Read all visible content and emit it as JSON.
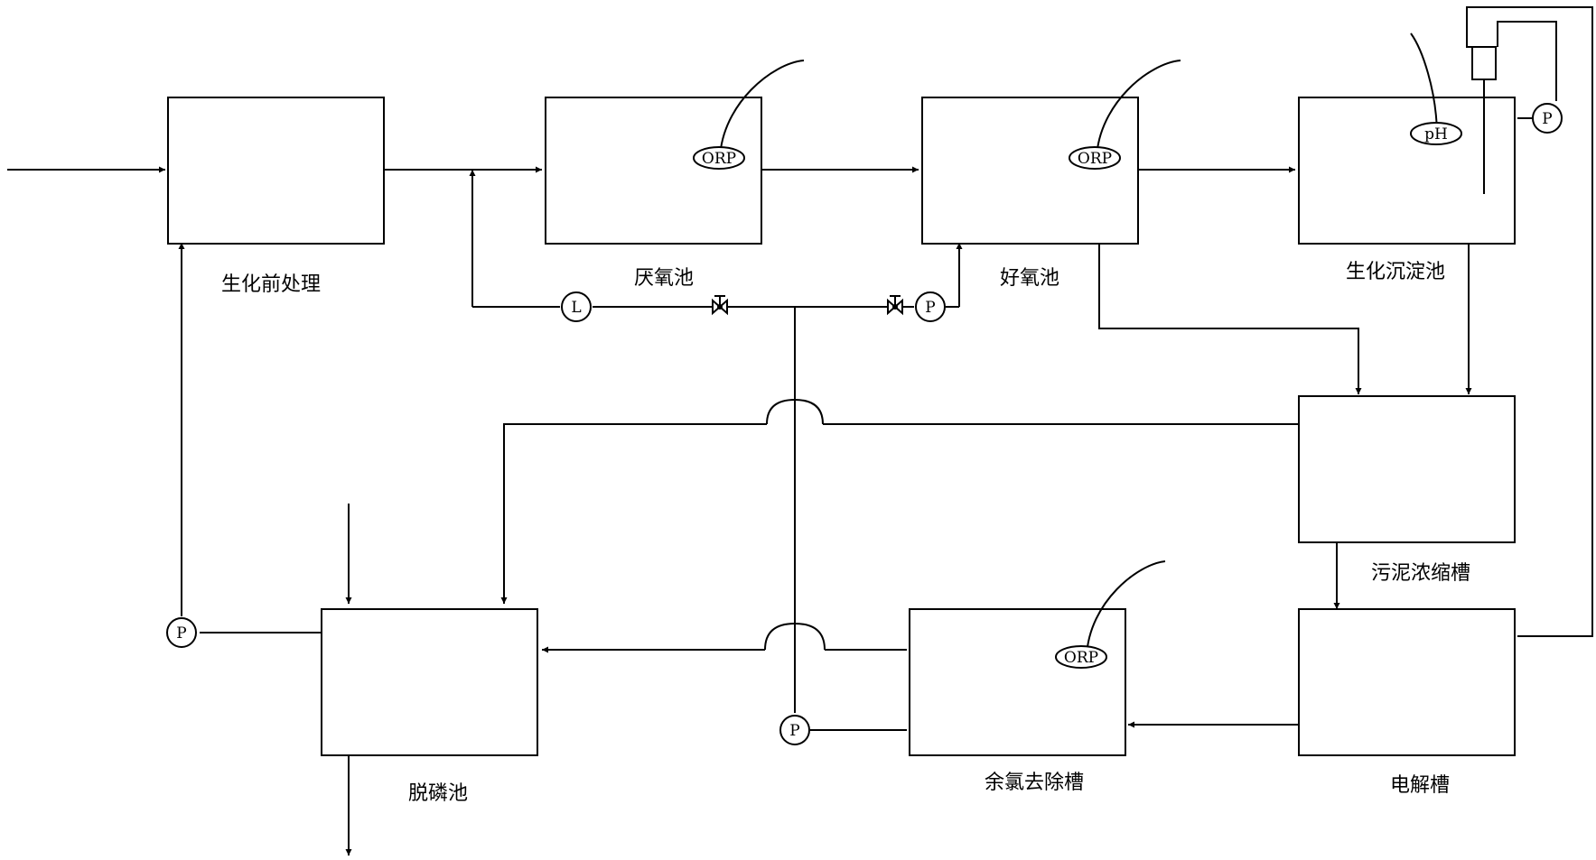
{
  "tanks": {
    "pretreatment": "生化前处理",
    "anaerobic": "厌氧池",
    "aerobic": "好氧池",
    "sedimentation": "生化沉淀池",
    "thickener": "污泥浓缩槽",
    "electrolysis": "电解槽",
    "chlorine_removal": "余氯去除槽",
    "dephosphorization": "脱磷池"
  },
  "instruments": {
    "orp": "ORP",
    "ph": "pH",
    "pump": "P",
    "level": "L"
  }
}
